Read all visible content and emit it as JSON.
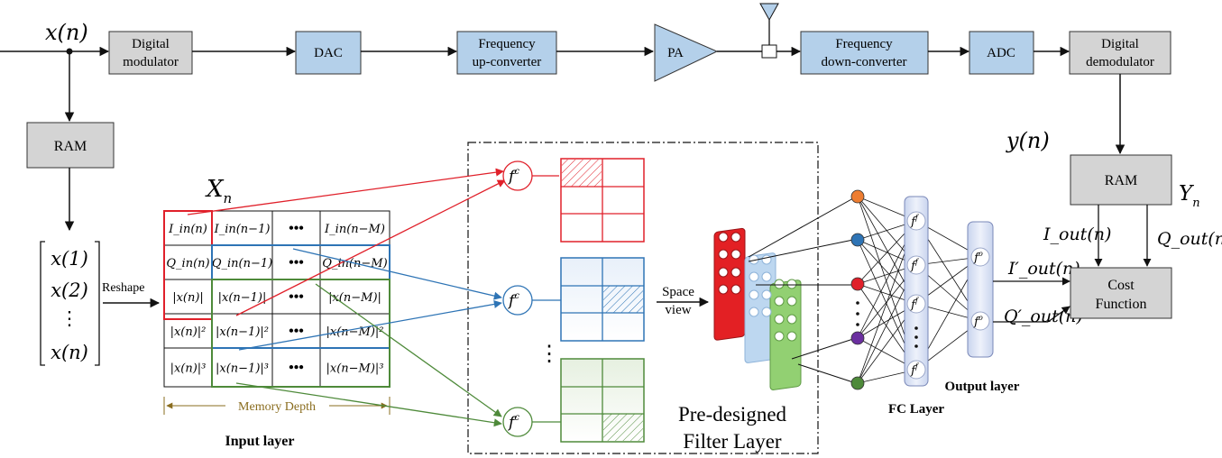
{
  "colors": {
    "gray_block": "#d4d4d4",
    "blue_block": "#b4d0ea",
    "red": "#e0202a",
    "blue": "#2e74b5",
    "green": "#4e8a3a",
    "orange": "#ed7d31",
    "purple": "#6b2fa0",
    "axis_text": "#8a6d1f"
  },
  "signal_chain": {
    "input": "x(n)",
    "blocks": [
      {
        "id": "digmod",
        "line1": "Digital",
        "line2": "modulator"
      },
      {
        "id": "dac",
        "line1": "DAC",
        "line2": ""
      },
      {
        "id": "upconv",
        "line1": "Frequency",
        "line2": "up-converter"
      },
      {
        "id": "pa",
        "line1": "PA",
        "line2": ""
      },
      {
        "id": "downconv",
        "line1": "Frequency",
        "line2": "down-converter"
      },
      {
        "id": "adc",
        "line1": "ADC",
        "line2": ""
      },
      {
        "id": "digdemod",
        "line1": "Digital",
        "line2": "demodulator"
      }
    ],
    "antenna_icon": "antenna-icon"
  },
  "left_branch": {
    "ram_label": "RAM",
    "vector": [
      "x(1)",
      "x(2)",
      "⋮",
      "x(n)"
    ],
    "reshape_label": "Reshape"
  },
  "input_matrix": {
    "symbol": "X",
    "symbol_sub": "n",
    "rows": [
      [
        "I_in(n)",
        "I_in(n−1)",
        "•••",
        "I_in(n−M)"
      ],
      [
        "Q_in(n)",
        "Q_in(n−1)",
        "•••",
        "Q_in(n−M)"
      ],
      [
        "|x(n)|",
        "|x(n−1)|",
        "•••",
        "|x(n−M)|"
      ],
      [
        "|x(n)|²",
        "|x(n−1)|²",
        "•••",
        "|x(n−M)|²"
      ],
      [
        "|x(n)|³",
        "|x(n−1)|³",
        "•••",
        "|x(n−M)|³"
      ]
    ],
    "memory_depth_label": "Memory Depth",
    "layer_label": "Input layer"
  },
  "filter_layer": {
    "filter_symbol": "f",
    "filter_sup": "c",
    "dots": "⋮",
    "label_line1": "Pre-designed",
    "label_line2": "Filter Layer"
  },
  "space_view": {
    "line1": "Space",
    "line2": "view"
  },
  "fc_layer": {
    "neuron_symbol": "f",
    "neuron_sup": "f",
    "label": "FC Layer"
  },
  "output_layer": {
    "neuron_symbol": "f",
    "neuron_sup": "o",
    "label": "Output layer"
  },
  "feedback": {
    "y_label": "y(n)",
    "ram_label": "RAM",
    "Y_symbol": "Y",
    "Y_sub": "n",
    "i_out": "I_out(n)",
    "q_out": "Q_out(n)",
    "i_out_prime": "I′_out(n)",
    "q_out_prime": "Q′_out(n)",
    "cost_line1": "Cost",
    "cost_line2": "Function"
  }
}
